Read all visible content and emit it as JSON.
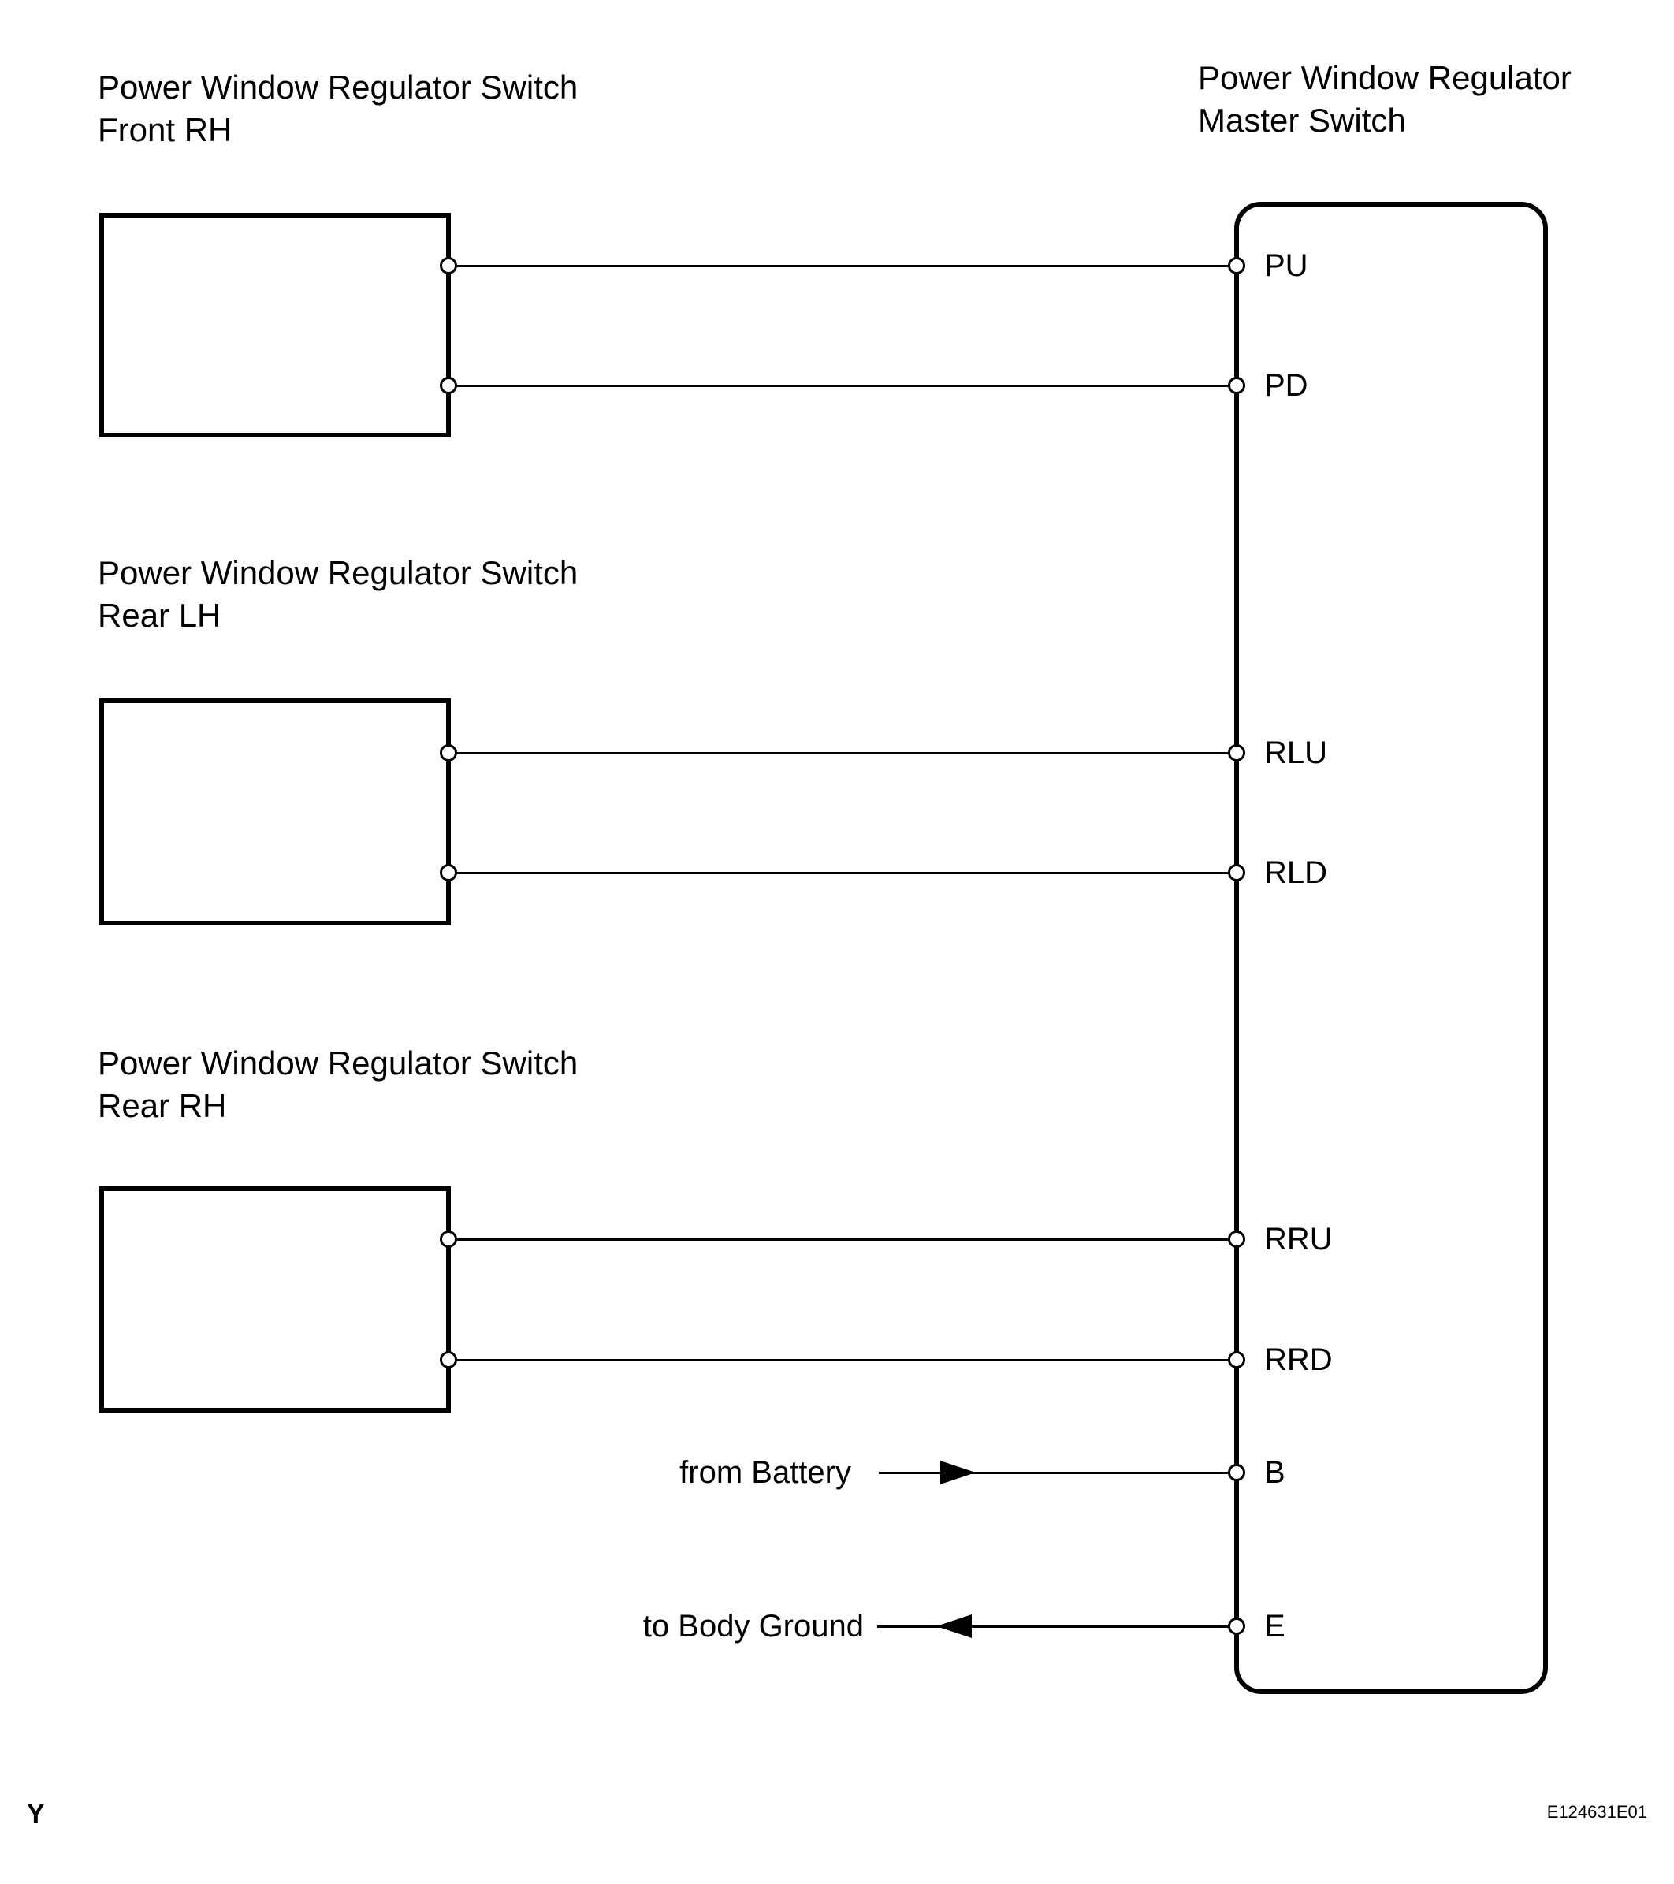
{
  "components": {
    "front_rh": {
      "line1": "Power Window Regulator Switch",
      "line2": "Front RH"
    },
    "rear_lh": {
      "line1": "Power Window Regulator Switch",
      "line2": "Rear LH"
    },
    "rear_rh": {
      "line1": "Power Window Regulator Switch",
      "line2": "Rear RH"
    },
    "master": {
      "line1": "Power Window Regulator",
      "line2": "Master Switch"
    }
  },
  "terminals": {
    "pu": "PU",
    "pd": "PD",
    "rlu": "RLU",
    "rld": "RLD",
    "rru": "RRU",
    "rrd": "RRD",
    "b": "B",
    "e": "E"
  },
  "annotations": {
    "battery": "from Battery",
    "ground": "to Body Ground"
  },
  "connections": [
    {
      "from": "front_rh",
      "to": "PU"
    },
    {
      "from": "front_rh",
      "to": "PD"
    },
    {
      "from": "rear_lh",
      "to": "RLU"
    },
    {
      "from": "rear_lh",
      "to": "RLD"
    },
    {
      "from": "rear_rh",
      "to": "RRU"
    },
    {
      "from": "rear_rh",
      "to": "RRD"
    },
    {
      "from": "Battery",
      "to": "B"
    },
    {
      "from": "E",
      "to": "Body Ground"
    }
  ],
  "footer": {
    "left": "Y",
    "right": "E124631E01"
  },
  "colors": {
    "line": "#000000",
    "background": "#ffffff"
  }
}
